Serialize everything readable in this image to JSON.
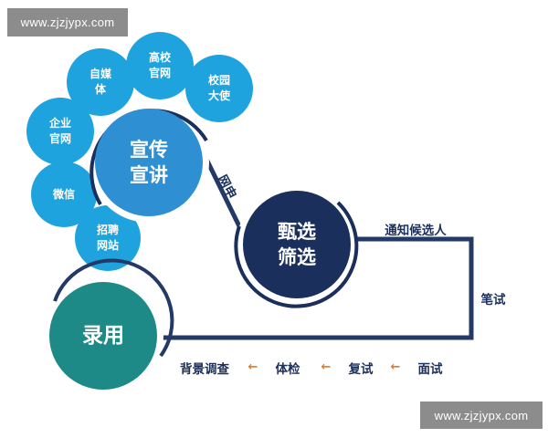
{
  "watermark": {
    "top": "www.zjzjypx.com",
    "bottom": "www.zjzjypx.com"
  },
  "colors": {
    "petal": "#1fa3df",
    "hub_promo": "#2e8fd3",
    "hub_screen": "#1b2f5c",
    "hub_hire": "#1e8a87",
    "path_line": "#243a66",
    "arrow": "#e0792a"
  },
  "hubs": {
    "promotion": "宣传\n宣讲",
    "screening": "甄选\n筛选",
    "hire": "录用"
  },
  "petals": [
    {
      "id": "self-media",
      "text": "自媒\n体"
    },
    {
      "id": "university",
      "text": "高校\n官网"
    },
    {
      "id": "ambassador",
      "text": "校园\n大使"
    },
    {
      "id": "company-site",
      "text": "企业\n官网"
    },
    {
      "id": "wechat",
      "text": "微信"
    },
    {
      "id": "job-site",
      "text": "招聘\n网站"
    }
  ],
  "steps": {
    "online_apply": "网申",
    "notify": "通知候选人",
    "written_test": "笔试",
    "interview": "面试",
    "second_interview": "复试",
    "physical_exam": "体检",
    "background_check": "背景调查"
  },
  "arrows": [
    "←",
    "←",
    "←"
  ]
}
